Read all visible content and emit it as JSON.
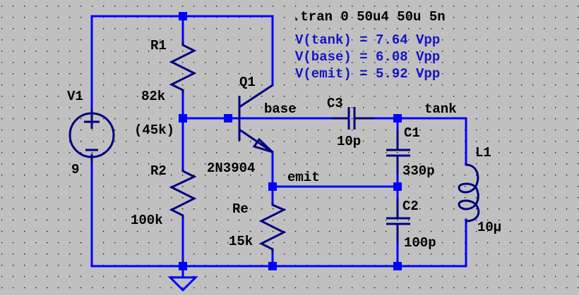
{
  "colors": {
    "background": "#c0c0c0",
    "grid_dot": "#000000",
    "wire": "#0000ff",
    "component": "#000080",
    "label_text": "#000000",
    "measurement_text": "#0000cc",
    "annotation_text": "#1a1ad0"
  },
  "directive": ".tran 0 50u4 50u 5n",
  "measurements": [
    "V(tank) = 7.64 Vpp",
    "V(base) = 6.08 Vpp",
    "V(emit) = 5.92 Vpp"
  ],
  "components": {
    "V1": {
      "name": "V1",
      "value": "9",
      "type": "voltage-source"
    },
    "R1": {
      "name": "R1",
      "value": "82k",
      "type": "resistor"
    },
    "R2": {
      "name": "R2",
      "value": "100k",
      "type": "resistor"
    },
    "Re": {
      "name": "Re",
      "value": "15k",
      "type": "resistor"
    },
    "Q1": {
      "name": "Q1",
      "value": "2N3904",
      "type": "npn-transistor"
    },
    "C1": {
      "name": "C1",
      "value": "330p",
      "type": "capacitor"
    },
    "C2": {
      "name": "C2",
      "value": "100p",
      "type": "capacitor"
    },
    "C3": {
      "name": "C3",
      "value": "10p",
      "type": "capacitor"
    },
    "L1": {
      "name": "L1",
      "value": "10µ",
      "type": "inductor"
    }
  },
  "annotations": {
    "thevenin": "(45k)"
  },
  "nets": {
    "base": "base",
    "tank": "tank",
    "emit": "emit"
  }
}
